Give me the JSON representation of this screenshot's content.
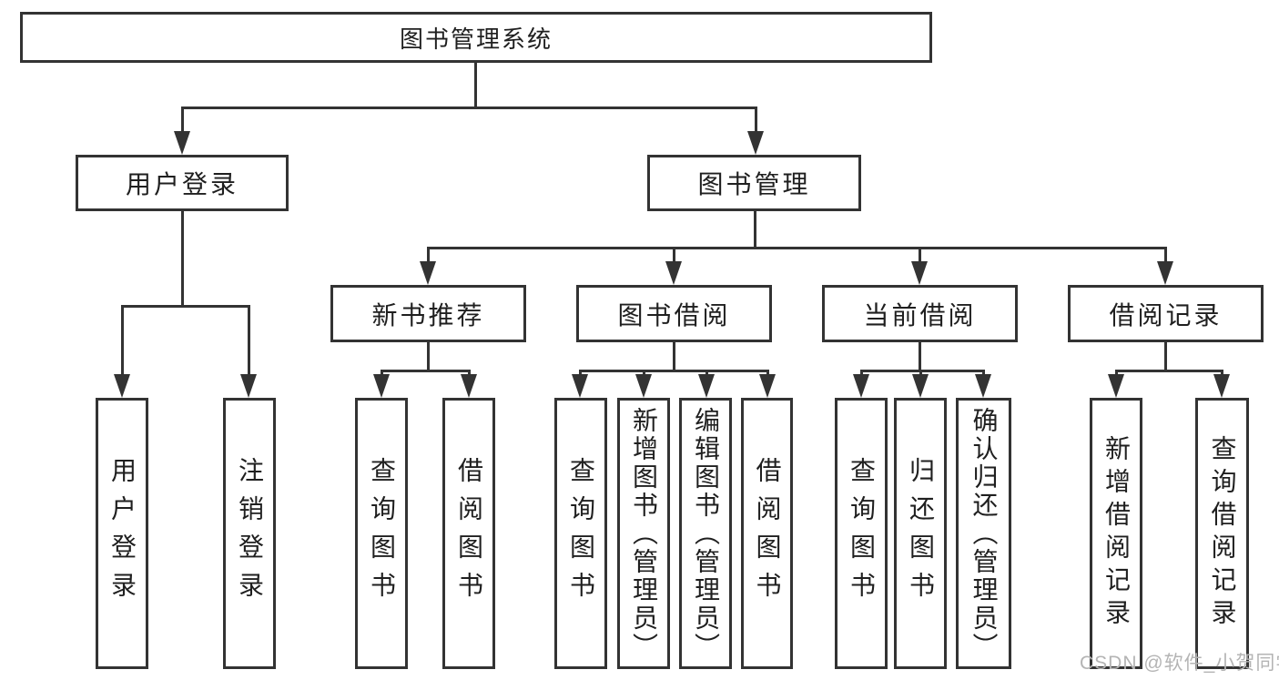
{
  "diagram_title": "图书管理系统",
  "nodes": {
    "root": "图书管理系统",
    "user_login": "用户登录",
    "book_mgmt": "图书管理",
    "new_books": "新书推荐",
    "book_borrow": "图书借阅",
    "current_borrow": "当前借阅",
    "borrow_records": "借阅记录",
    "leaf_user_login": "用户登录",
    "leaf_logout": "注销登录",
    "leaf_nb_query": "查询图书",
    "leaf_nb_borrow": "借阅图书",
    "leaf_bb_query": "查询图书",
    "leaf_bb_add": "新增图书（管理员）",
    "leaf_bb_edit": "编辑图书（管理员）",
    "leaf_bb_borrow": "借阅图书",
    "leaf_cb_query": "查询图书",
    "leaf_cb_return": "归还图书",
    "leaf_cb_confirm": "确认归还（管理员）",
    "leaf_br_add": "新增借阅记录",
    "leaf_br_query": "查询借阅记录"
  },
  "hierarchy": {
    "图书管理系统": {
      "用户登录": [
        "用户登录",
        "注销登录"
      ],
      "图书管理": {
        "新书推荐": [
          "查询图书",
          "借阅图书"
        ],
        "图书借阅": [
          "查询图书",
          "新增图书（管理员）",
          "编辑图书（管理员）",
          "借阅图书"
        ],
        "当前借阅": [
          "查询图书",
          "归还图书",
          "确认归还（管理员）"
        ],
        "借阅记录": [
          "新增借阅记录",
          "查询借阅记录"
        ]
      }
    }
  },
  "watermark": "CSDN @软件_小贺同学",
  "colors": {
    "line": "#333333",
    "text": "#1f1f1f",
    "background": "#ffffff",
    "watermark": "#b4b4b4"
  }
}
